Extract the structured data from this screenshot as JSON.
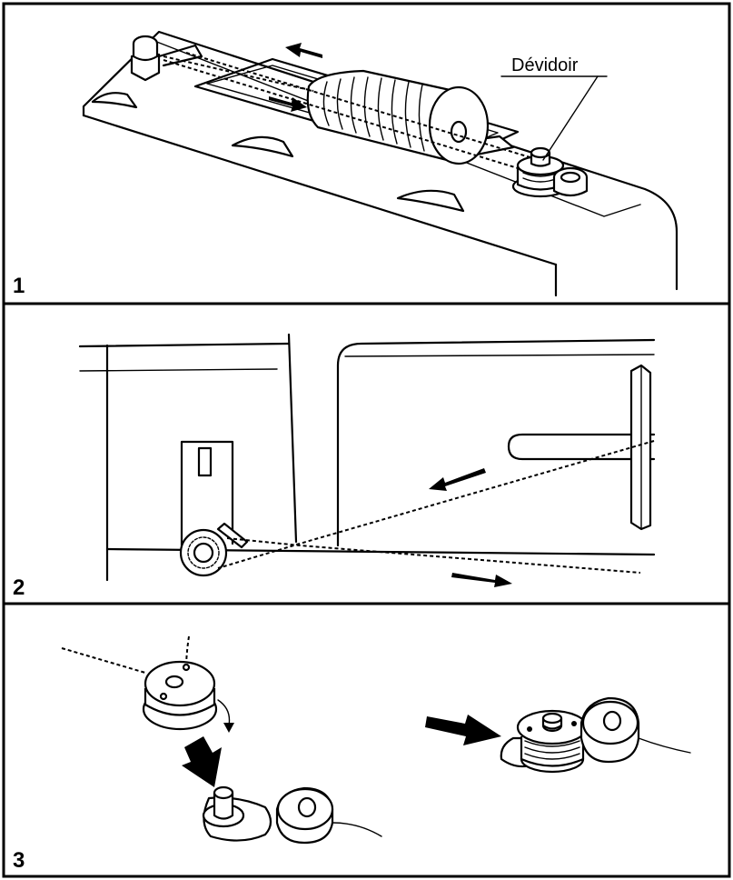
{
  "panels": [
    {
      "number": "1",
      "label": "Dévidoir"
    },
    {
      "number": "2"
    },
    {
      "number": "3"
    }
  ]
}
